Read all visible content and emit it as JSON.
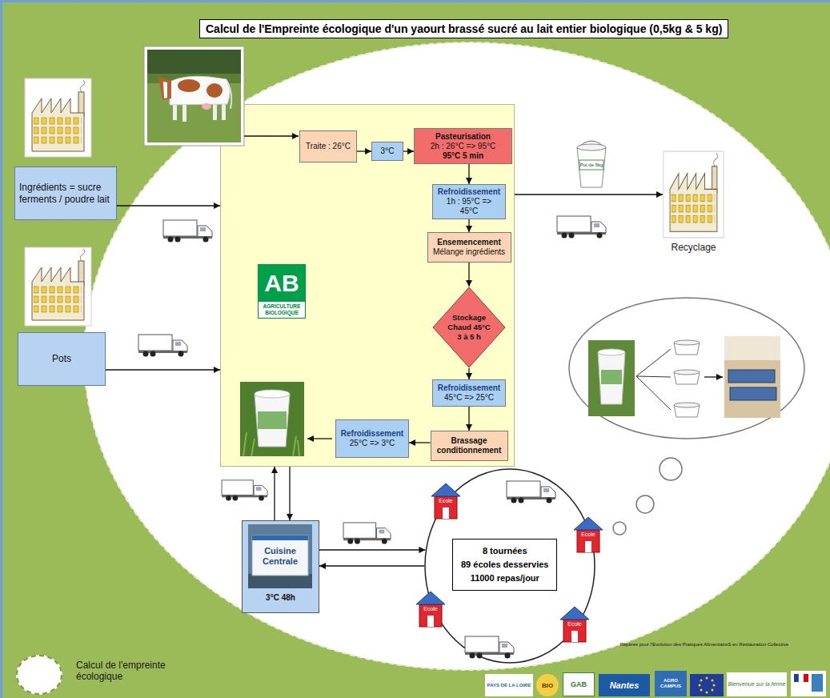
{
  "diagram": {
    "title": "Calcul de l'Empreinte écologique d'un yaourt brassé sucré au lait entier biologique (0,5kg & 5 kg)",
    "nodes": [
      {
        "text": [
          "Ingrédients = sucre ferments / poudre lait"
        ]
      },
      {
        "text": [
          "Pots"
        ]
      },
      {
        "text": [
          "AB",
          "AGRICULTURE BIOLOGIQUE"
        ]
      },
      {
        "text": [
          "Traite : 26°C"
        ],
        "in": 2
      },
      {
        "text": [
          "3°C"
        ],
        "in": 2
      },
      {
        "text": [
          "Pasteurisation",
          "2h : 26°C => 95°C",
          "95°C 5 min"
        ],
        "in": 2
      },
      {
        "text": [
          "Refroidissement",
          "1h : 95°C => 45°C"
        ],
        "in": 2
      },
      {
        "text": [
          "Ensemencement",
          "Mélange ingrédients"
        ],
        "in": 2
      },
      {
        "text": [
          "Stockage",
          "Chaud 45°C",
          "3 à 5 h"
        ],
        "in": 2
      },
      {
        "text": [
          "Refroidissement",
          "45°C => 25°C"
        ],
        "in": 2
      },
      {
        "text": [
          "Brassage conditionnement"
        ],
        "in": 2
      },
      {
        "text": [
          "Refroidissement",
          "25°C => 3°C"
        ],
        "in": 2
      },
      {
        "text": [
          "Recyclage"
        ]
      },
      {
        "text": [
          "Cuisine Centrale",
          "3°C 48h"
        ]
      },
      {
        "text": [
          "8 tournées",
          "89 écoles desservies",
          "11000 repas/jour"
        ]
      },
      {
        "text": [
          "Ecole"
        ]
      },
      {
        "text": [
          "Ecole"
        ]
      },
      {
        "text": [
          "Ecole"
        ]
      },
      {
        "text": [
          "Ecole"
        ]
      }
    ],
    "edges": [
      {
        "from": 0,
        "to": 2,
        "arrow": "to"
      },
      {
        "from": 1,
        "to": 2,
        "arrow": "to"
      },
      {
        "from": 3,
        "to": 4,
        "arrow": "to"
      },
      {
        "from": 4,
        "to": 5,
        "arrow": "to"
      },
      {
        "from": 5,
        "to": 6,
        "arrow": "to"
      },
      {
        "from": 6,
        "to": 7,
        "arrow": "to"
      },
      {
        "from": 7,
        "to": 8,
        "arrow": "to"
      },
      {
        "from": 8,
        "to": 9,
        "arrow": "to"
      },
      {
        "from": 9,
        "to": 10,
        "arrow": "to"
      },
      {
        "from": 10,
        "to": 11,
        "arrow": "to"
      },
      {
        "from": 2,
        "to": 12,
        "arrow": "to"
      },
      {
        "from": 13,
        "to": 2,
        "arrow": "to"
      },
      {
        "from": 2,
        "to": 13,
        "arrow": "to"
      },
      {
        "from": 13,
        "to": 14,
        "arrow": "to"
      },
      {
        "from": 14,
        "to": 13,
        "arrow": "to"
      }
    ],
    "labels": [
      "Pot de 5kg",
      "Repères pour l'Evolution des Pratiques AlimentaireS en Restauration Collective",
      "PAYS DE LA LOIRE",
      "BIO",
      "GAB",
      "Nantes",
      "AGRO CAMPUS",
      "Bienvenue sur la ferme"
    ],
    "legend": [
      {
        "text": "Calcul de l'empreinte écologique"
      }
    ]
  }
}
